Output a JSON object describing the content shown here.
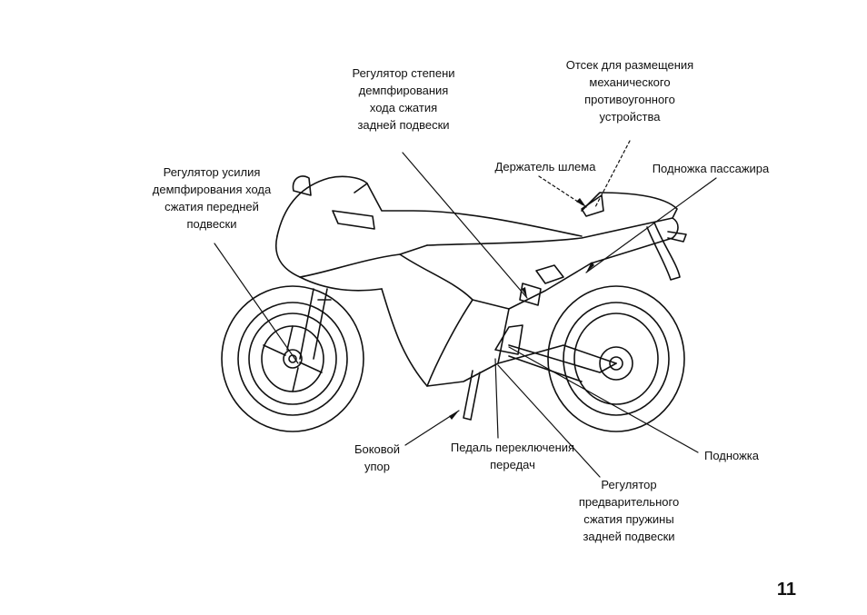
{
  "labels": {
    "rear_comp_adjuster": "Регулятор степени\nдемпфирования\nхода сжатия\nзадней подвески",
    "antitheft_compartment": "Отсек для размещения\nмеханического\nпротивоугонного\nустройства",
    "front_comp_adjuster": "Регулятор усилия\nдемпфирования хода\nсжатия передней\nподвески",
    "helmet_holder": "Держатель шлема",
    "passenger_footpeg": "Подножка пассажира",
    "side_stand": "Боковой\nупор",
    "shift_pedal": "Педаль переключения\nпередач",
    "footpeg": "Подножка",
    "rear_preload_adjuster": "Регулятор\nпредварительного\nсжатия пружины\nзадней подвески"
  },
  "page_number": "11"
}
